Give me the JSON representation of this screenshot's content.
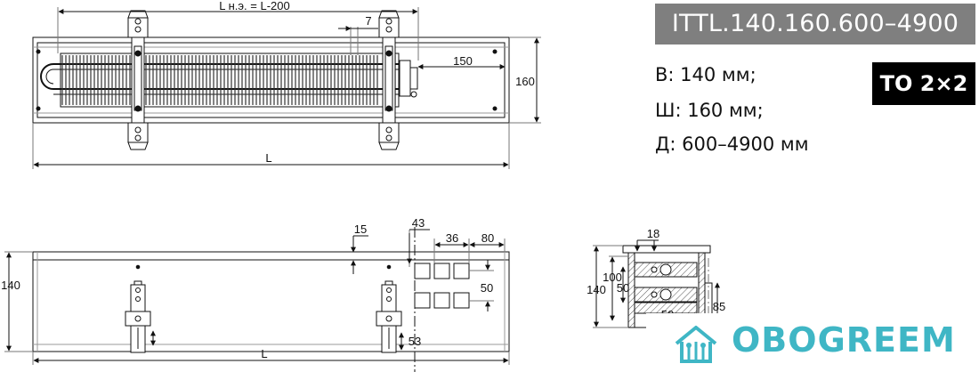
{
  "header": {
    "model": "ITTL.140.160.600–4900",
    "badge": "ТО 2×2"
  },
  "specs": {
    "height": "В: 140 мм;",
    "width": "Ш: 160 мм;",
    "length": "Д: 600–4900 мм"
  },
  "brand": {
    "name": "OBOGREEM",
    "icon": "house-network-icon"
  },
  "top_view": {
    "dim_heat_length": "L н.э. = L-200",
    "dim_7": "7",
    "dim_150": "150",
    "dim_160": "160",
    "dim_L": "L"
  },
  "side_view": {
    "dim_15": "15",
    "dim_43": "43",
    "dim_36": "36",
    "dim_80": "80",
    "dim_50": "50",
    "dim_140": "140",
    "dim_53": "53",
    "dim_L": "L"
  },
  "section_view": {
    "dim_18": "18",
    "dim_100": "100",
    "dim_50_vertical": "50",
    "dim_140": "140",
    "dim_85": "85",
    "dim_50_bottom": "50"
  },
  "colors": {
    "banner": "#7f7f7f",
    "badge": "#000000",
    "brand": "#3fb6c5"
  }
}
